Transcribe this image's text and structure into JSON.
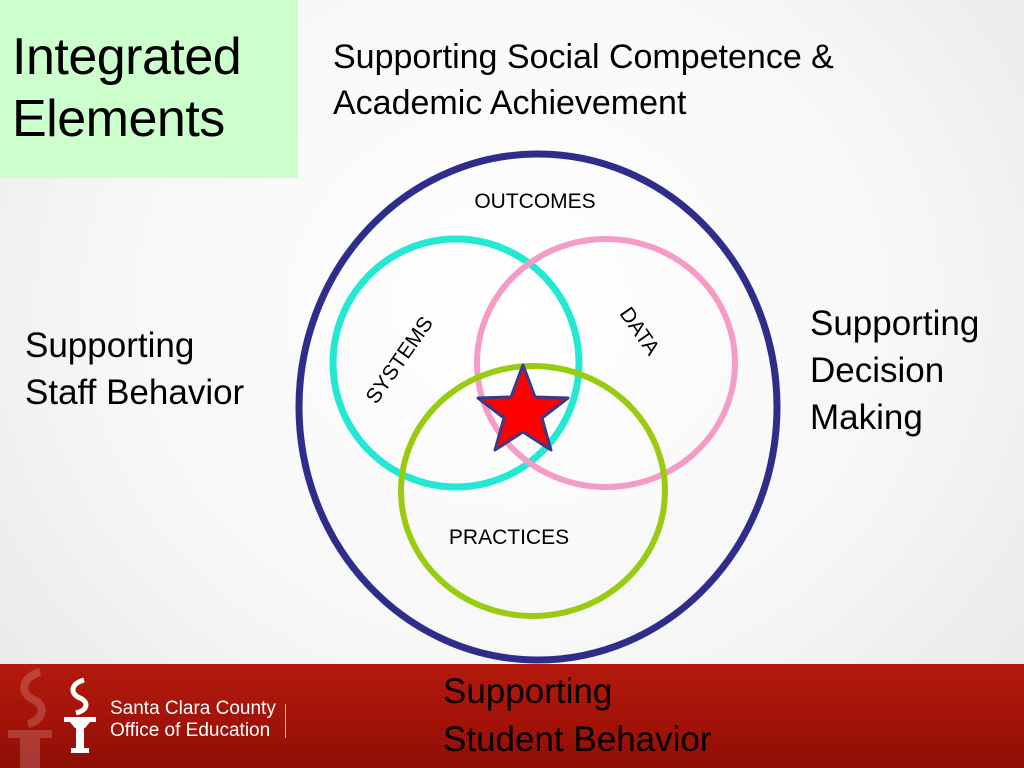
{
  "title": {
    "line1": "Integrated",
    "line2": "Elements"
  },
  "top": {
    "line1": "Supporting Social Competence &",
    "line2": "Academic Achievement"
  },
  "left": {
    "line1": "Supporting",
    "line2": "Staff Behavior"
  },
  "right": {
    "line1": "Supporting",
    "line2": "Decision",
    "line3": "Making"
  },
  "bottom": {
    "line1": "Supporting",
    "line2": "Student Behavior"
  },
  "diagram": {
    "outer_label": "OUTCOMES",
    "systems_label": "SYSTEMS",
    "data_label": "DATA",
    "practices_label": "PRACTICES"
  },
  "footer": {
    "org_line1": "Santa Clara County",
    "org_line2": "Office of Education"
  },
  "colors": {
    "outer_circle": "#2e2e8a",
    "systems_circle": "#22e8d4",
    "data_circle": "#f59bc8",
    "practices_circle": "#99cc11",
    "star_fill": "#ff0000",
    "star_stroke": "#3a3a8a",
    "title_bg": "#ccffcc",
    "footer_bg": "#a11208"
  },
  "icons": {
    "center_marker": "star-icon",
    "footer_logo": "torch-logo"
  }
}
